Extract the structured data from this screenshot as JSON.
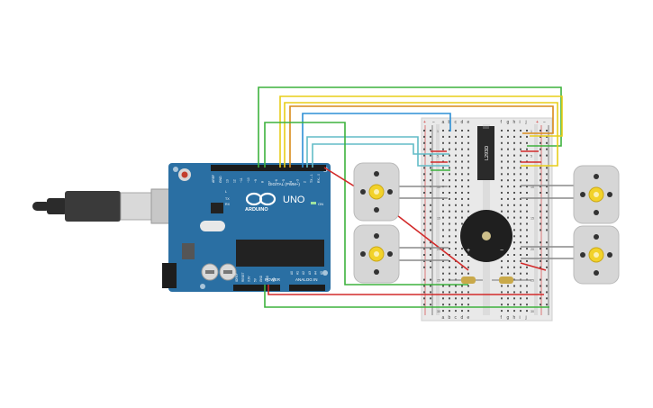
{
  "arduino": {
    "brand": "ARDUINO",
    "model": "UNO",
    "digital_label": "DIGITAL (PWM~)",
    "power_label": "POWER",
    "analog_label": "ANALOG IN",
    "on_label": "ON",
    "tx_label": "TX",
    "rx_label": "RX",
    "l_label": "L",
    "digital_pins": [
      "AREF",
      "GND",
      "13",
      "12",
      "~11",
      "~10",
      "~9",
      "8",
      "7",
      "~6",
      "~5",
      "4",
      "~3",
      "2",
      "TX→1",
      "RX←0"
    ],
    "power_pins": [
      "IOREF",
      "RESET",
      "3.3V",
      "5V",
      "GND",
      "GND",
      "Vin"
    ],
    "analog_pins": [
      "A0",
      "A1",
      "A2",
      "A3",
      "A4",
      "A5"
    ]
  },
  "driver_chip": {
    "label": "L293D"
  },
  "breadboard": {
    "columns": [
      "a",
      "b",
      "c",
      "d",
      "e",
      "f",
      "g",
      "h",
      "i",
      "j"
    ],
    "rail_plus": "+",
    "rail_minus": "−",
    "row_numbers": [
      "1",
      "5",
      "10",
      "15",
      "20",
      "25",
      "30"
    ]
  },
  "buzzer": {
    "plus": "+",
    "minus": "−"
  },
  "motors": [
    {
      "id": "motor-front-left"
    },
    {
      "id": "motor-rear-left"
    },
    {
      "id": "motor-front-right"
    },
    {
      "id": "motor-rear-right"
    }
  ],
  "colors": {
    "board": "#2a6fa3",
    "wire_green": "#3db23d",
    "wire_yellow": "#e8cd18",
    "wire_orange": "#d98a1a",
    "wire_blue": "#2d8fd5",
    "wire_teal": "#62bcc7",
    "wire_red": "#d22a2a",
    "wire_gray": "#8a8a8a",
    "motor_body": "#d6d6d6",
    "motor_gear": "#f2d22a"
  }
}
